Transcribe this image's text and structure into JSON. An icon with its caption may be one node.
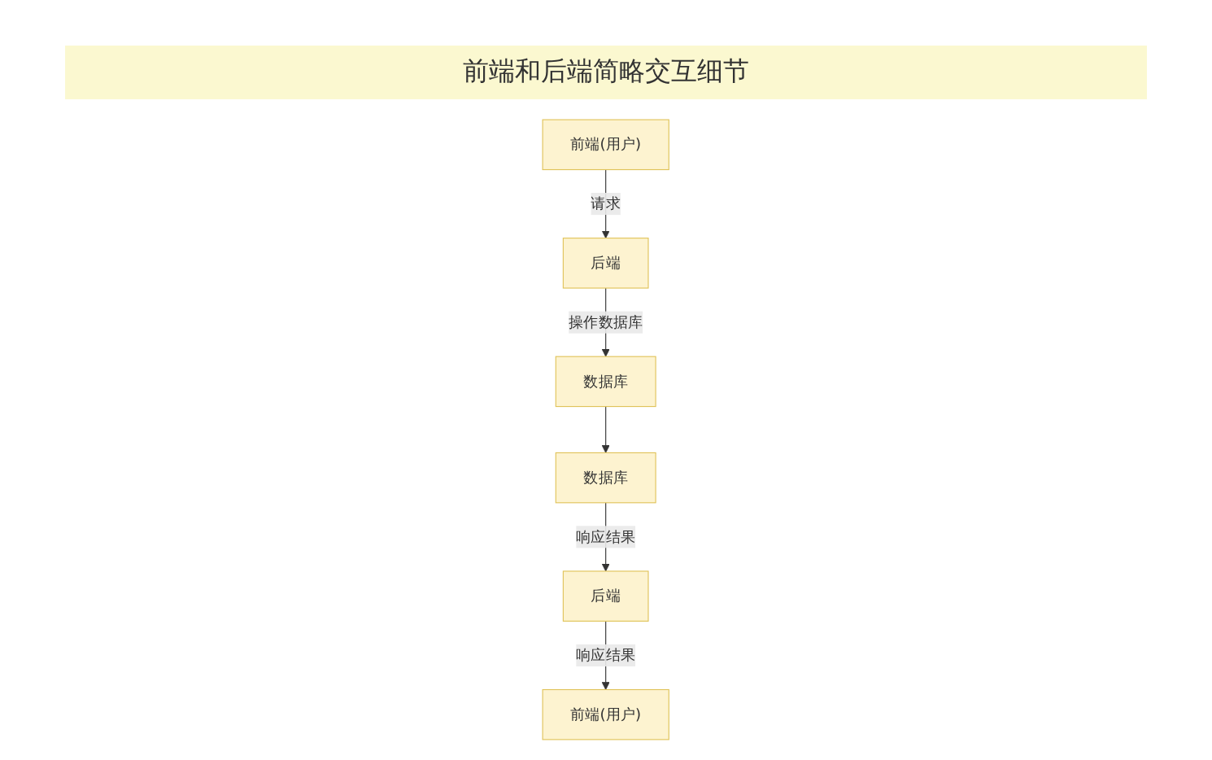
{
  "diagram": {
    "title": "前端和后端简略交互细节",
    "nodes": [
      {
        "text": [
          "前端(用户)"
        ]
      },
      {
        "text": [
          "后端"
        ]
      },
      {
        "text": [
          "数据库"
        ]
      },
      {
        "text": [
          "数据库"
        ]
      },
      {
        "text": [
          "后端"
        ]
      },
      {
        "text": [
          "前端(用户)"
        ]
      }
    ],
    "edges": [
      {
        "from": 0,
        "to": 1,
        "arrow": "to",
        "label": "请求"
      },
      {
        "from": 1,
        "to": 2,
        "arrow": "to",
        "label": "操作数据库"
      },
      {
        "from": 2,
        "to": 3,
        "arrow": "to"
      },
      {
        "from": 3,
        "to": 4,
        "arrow": "to",
        "label": "响应结果"
      },
      {
        "from": 4,
        "to": 5,
        "arrow": "to",
        "label": "响应结果"
      }
    ]
  }
}
